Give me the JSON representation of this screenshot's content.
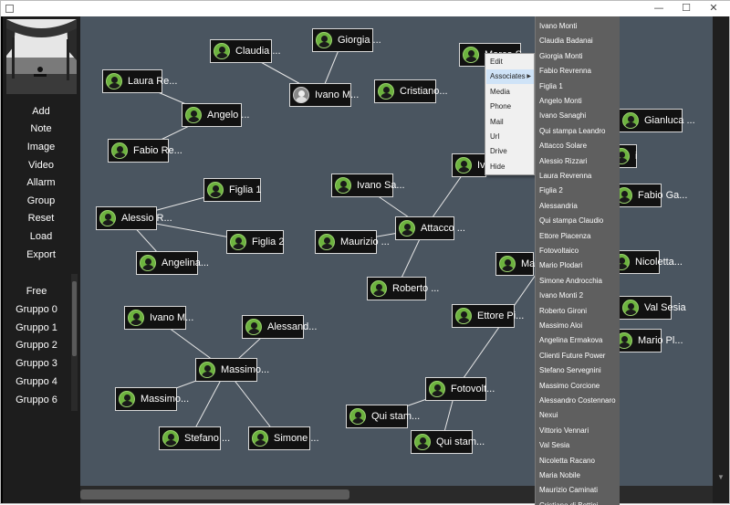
{
  "titlebar": {
    "min_glyph": "—",
    "max_glyph": "☐",
    "close_glyph": "✕"
  },
  "sidebar": {
    "menu": [
      "Add",
      "Note",
      "Image",
      "Video",
      "Allarm",
      "Group",
      "Reset",
      "Load",
      "Export"
    ],
    "groups": [
      "Free",
      "Gruppo 0",
      "Gruppo 1",
      "Gruppo 2",
      "Gruppo 3",
      "Gruppo 4",
      "Gruppo 6"
    ]
  },
  "nodes": [
    {
      "label": "Claudia ...",
      "photo": false
    },
    {
      "label": "Giorgia ...",
      "photo": false
    },
    {
      "label": "Laura Re...",
      "photo": false
    },
    {
      "label": "Ivano M...",
      "photo": true
    },
    {
      "label": "Cristiano...",
      "photo": false
    },
    {
      "label": "Angelo ...",
      "photo": false
    },
    {
      "label": "Fabio Re...",
      "photo": false
    },
    {
      "label": "Gianluca ...",
      "photo": false
    },
    {
      "label": "Figlia 1",
      "photo": false
    },
    {
      "label": "Alessio R...",
      "photo": false
    },
    {
      "label": "Ivano Sa...",
      "photo": false
    },
    {
      "label": "Iva",
      "photo": false
    },
    {
      "label": "Fabio Ga...",
      "photo": false
    },
    {
      "label": "Figlia 2",
      "photo": false
    },
    {
      "label": "Attacco ...",
      "photo": false
    },
    {
      "label": "Maurizio ...",
      "photo": false
    },
    {
      "label": "Angelina...",
      "photo": false
    },
    {
      "label": "Mari",
      "photo": false
    },
    {
      "label": "Nicoletta...",
      "photo": false
    },
    {
      "label": "Roberto ...",
      "photo": false
    },
    {
      "label": "Val Sesia",
      "photo": false
    },
    {
      "label": "Ettore Pi...",
      "photo": false
    },
    {
      "label": "Ivano M...",
      "photo": false
    },
    {
      "label": "Alessand...",
      "photo": false
    },
    {
      "label": "Mario Pl...",
      "photo": false
    },
    {
      "label": "Massimo...",
      "photo": false
    },
    {
      "label": "Massimo...",
      "photo": false
    },
    {
      "label": "Fotovolt...",
      "photo": false
    },
    {
      "label": "Qui stam...",
      "photo": false
    },
    {
      "label": "Qui stam...",
      "photo": false
    },
    {
      "label": "Stefano ...",
      "photo": false
    },
    {
      "label": "Simone ...",
      "photo": false
    },
    {
      "label": "Marco S",
      "photo": false
    },
    {
      "label": "i",
      "photo": false
    }
  ],
  "context_menu": {
    "items": [
      "Edit",
      "Associates",
      "Media",
      "Phone",
      "Mail",
      "Url",
      "Drive",
      "Hide"
    ],
    "highlighted": "Associates",
    "submenu_arrow": "▶"
  },
  "associates": [
    "Ivano Monti",
    "Claudia Badanai",
    "Giorgia Monti",
    "Fabio Revrenna",
    "Figlia 1",
    "Angelo Monti",
    "Ivano Sanaghi",
    "Qui stampa Leandro",
    "Attacco Solare",
    "Alessio Rizzari",
    "Laura Revrenna",
    "Figlia 2",
    "Alessandria",
    "Qui stampa Claudio",
    "Ettore Piacenza",
    "Fotovoltaico",
    "Mario Plodari",
    "Simone Androcchia",
    "Ivano Monti 2",
    "Roberto Gironi",
    "Massimo Aloi",
    "Angelina Ermakova",
    "Clienti Future Power",
    "Stefano Servegnini",
    "Massimo Corcione",
    "Alessandro Costennaro",
    "Nexui",
    "Vittorio Vennari",
    "Val Sesia",
    "Nicoletta Racano",
    "Maria Nobile",
    "Maurizio Caminati",
    "Cristiano di Bottini"
  ],
  "colors": {
    "canvas": "#4a5560",
    "avatar": "#6db33f",
    "node_bg": "#111111",
    "link": "#e6e6e6"
  }
}
